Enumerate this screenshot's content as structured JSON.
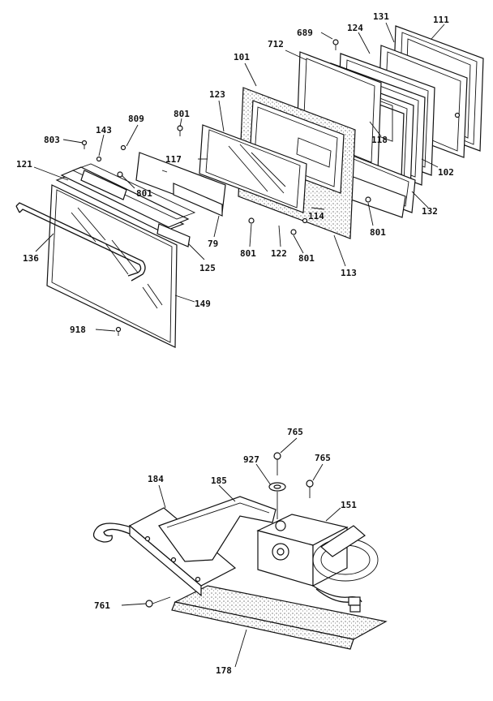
{
  "door_assembly": {
    "labels": {
      "l111": "111",
      "l131": "131",
      "l124": "124",
      "l689": "689",
      "l712": "712",
      "l101": "101",
      "l123": "123",
      "l118": "118",
      "l102": "102",
      "l132": "132",
      "l801a": "801",
      "l117": "117",
      "l809": "809",
      "l143": "143",
      "l803": "803",
      "l121": "121",
      "l801b": "801",
      "l114": "114",
      "l801c": "801",
      "l136": "136",
      "l79": "79",
      "l125": "125",
      "l801d": "801",
      "l122": "122",
      "l801e": "801",
      "l113": "113",
      "l149": "149",
      "l918": "918"
    }
  },
  "hinge_assembly": {
    "labels": {
      "l765a": "765",
      "l927": "927",
      "l765b": "765",
      "l184": "184",
      "l185": "185",
      "l151": "151",
      "l761": "761",
      "l178": "178"
    }
  }
}
